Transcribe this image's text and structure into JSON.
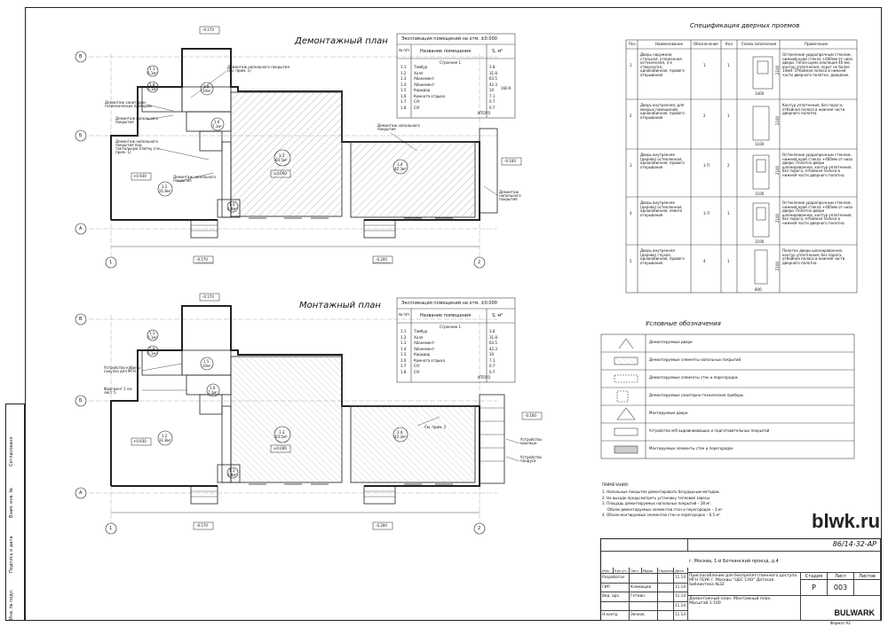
{
  "sheet": {
    "code": "86/14-32-АР",
    "address": "г. Москва, 1-й Боткинский проезд, д.4",
    "project_title": "Приспособление для беспрепятственного доступа МГН ГБУК г. Москвы \"ЦБС САО\" Детская библиотека №32",
    "drawing_title": "Демонтажный план. Монтажный план.",
    "scale": "Масштаб 1:100",
    "stage": "Р",
    "sheet_no": "003",
    "format": "Формат А2",
    "watermark": "blwk.ru",
    "logo": "BULWARK"
  },
  "title_block": {
    "head": [
      "Изм.",
      "Кол.уч.",
      "Лист",
      "№док.",
      "Подпись",
      "Дата"
    ],
    "rows": [
      {
        "role": "Разработал",
        "name": "",
        "date": "11.14"
      },
      {
        "role": "ГИП",
        "name": "Клемищев",
        "date": "11.14"
      },
      {
        "role": "Вед. арх.",
        "name": "Гетман",
        "date": "11.14"
      },
      {
        "role": "",
        "name": "",
        "date": "11.14"
      },
      {
        "role": "Н.контр.",
        "name": "Зенков",
        "date": "11.14"
      }
    ],
    "stage_label": "Стадия",
    "sheet_label": "Лист",
    "sheets_label": "Листов"
  },
  "side_stamp": [
    "Инв. № подл.",
    "Подпись и дата",
    "Взам. инв. №",
    "Согласовано"
  ],
  "plans": {
    "demolition_title": "Демонтажный план",
    "mounting_title": "Монтажный план",
    "axes": [
      "В",
      "Б",
      "А",
      "1",
      "2"
    ],
    "levels": [
      "-0.170",
      "-0.160",
      "-0.170",
      "-0.200",
      "±0.000",
      "+0.930"
    ],
    "rooms": [
      {
        "n": "1.1",
        "s": "0.1м²"
      },
      {
        "n": "1.8",
        "s": "0.1м²"
      },
      {
        "n": "1.5",
        "s": "10м²"
      },
      {
        "n": "1.6",
        "s": "7.1м²"
      },
      {
        "n": "1.2",
        "s": "31.8м²"
      },
      {
        "n": "1.3",
        "s": "63.5м²"
      },
      {
        "n": "1.4",
        "s": "42.3м²"
      },
      {
        "n": "1.1",
        "s": "3.8м²"
      }
    ],
    "demolition_notes": [
      "Демонтаж напольного покрытия (см. прим. 1)",
      "Демонтаж санитарно-гигиенических приборов",
      "Демонтаж напольного покрытия",
      "Демонтаж напольного покрытия под тактильную плитку (см. прим. 1)",
      "Демонтаж напольного покрытия",
      "Демонтаж напольного покрытия",
      "Демонтаж напольного покрытия"
    ],
    "mounting_notes": [
      "Устройство кабины санузла для МГН",
      "Фрагмент 1 см. лист 5",
      "См. прим. 2",
      "Устройство крыльца",
      "Устройство пандуса"
    ]
  },
  "explication": {
    "title": "Экспликация помещений на отм. ±0.000",
    "col_no": "№ п/п",
    "col_name": "Название помещения",
    "col_area": "S, м²",
    "floor": "Строение 1",
    "rows": [
      {
        "n": "1.1",
        "name": "Тамбур",
        "s": "3.8"
      },
      {
        "n": "1.2",
        "name": "Холл",
        "s": "31.8"
      },
      {
        "n": "1.3",
        "name": "Абонемент",
        "s": "63.5"
      },
      {
        "n": "1.4",
        "name": "Абонемент",
        "s": "42.3"
      },
      {
        "n": "1.5",
        "name": "Коридор",
        "s": "10"
      },
      {
        "n": "1.6",
        "name": "Комната отдыха",
        "s": "7.1"
      },
      {
        "n": "1.7",
        "name": "С/У",
        "s": "0.7"
      },
      {
        "n": "1.8",
        "name": "С/У",
        "s": "0.7"
      }
    ],
    "total_label": "ИТОГО",
    "total": "160.9"
  },
  "doors": {
    "title": "Спецификация дверных проемов",
    "head": [
      "Поз.",
      "Наименование",
      "Обозначение",
      "Кол.",
      "Схема заполнения",
      "Примечание"
    ],
    "rows": [
      {
        "pos": "1",
        "name": "Дверь наружная, стальная, утепленная остекленная, 3-х створчатая, однокабинная, правого открывания",
        "mark": "1",
        "qty": "1",
        "w": "1400",
        "h": "2100",
        "note": "Остекление ударопрочным стеклом, нижний край стекла +400мм от низа двери. Тепло-шумо изоляция 40 мм, контур уплотнения, порог не более 14мм. Отбойная полоса в нижней части дверного полотна, доводчик."
      },
      {
        "pos": "2",
        "name": "Дверь внутренняя, для мокрых помещений, однокабинная, правого открывания",
        "mark": "2",
        "qty": "1",
        "w": "1100",
        "h": "2100",
        "note": "Контур уплотнения, без порога, отбойная полоса в нижней части дверного полотна."
      },
      {
        "pos": "3",
        "name": "Дверь внутренняя (дерево) остекленная, однокабинная, правого открывания",
        "mark": "3 П",
        "qty": "2",
        "w": "1100",
        "h": "2100",
        "note": "Остекление ударопрочным стеклом, нижний край стекла +400мм от низа двери. Полотно двери шпонированное, контур уплотнения, без порога, отбойная полоса в нижней части дверного полотна."
      },
      {
        "pos": "4",
        "name": "Дверь внутренняя (дерево) остекленная, однокабинная, левого открывания",
        "mark": "3 Л",
        "qty": "1",
        "w": "1100",
        "h": "2100",
        "note": "Остекление ударопрочным стеклом, нижний край стекла +400мм от низа двери. Полотно двери шпонированное, контур уплотнения, без порога, отбойная полоса в нижней части дверного полотна."
      },
      {
        "pos": "5",
        "name": "Дверь внутренняя (дерево) глухая, однокабинная, правого открывания",
        "mark": "4",
        "qty": "1",
        "w": "800",
        "h": "2100",
        "note": "Полотно двери шпонированное, контур уплотнения, без порога, отбойная полоса в нижней части дверного полотна."
      }
    ]
  },
  "legend": {
    "title": "Условные обозначения",
    "items": [
      "Демонтируемые двери",
      "Демонтируемые элементы напольных покрытий",
      "Демонтируемые элементы стен и перегородок",
      "Демонтируемые санитарно-технические приборы",
      "Монтируемые двери",
      "Устройство м/б выравнивающих и подготовительных покрытий",
      "Монтируемые элементы стен и перегородок"
    ]
  },
  "notes": {
    "title": "ПРИМЕЧАНИЯ:",
    "items": [
      "1. Напольные покрытия демонтировать безударным методом.",
      "2. На выходе предусмотреть установку тепловой завесы.",
      "3. Площадь демонтируемых напольных покрытий – 28 м².",
      "Объем демонтируемых элементов стен и перегородок – 3 м³",
      "4. Объем монтируемых элементов стен и перегородок – 6,5 м³"
    ]
  }
}
